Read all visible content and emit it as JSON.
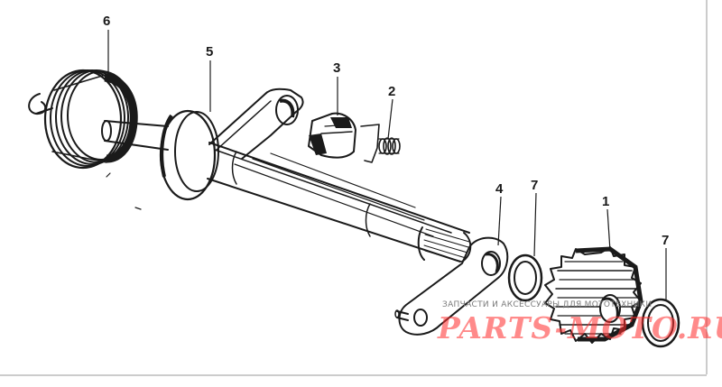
{
  "parts": [
    {
      "id": "part-1",
      "label": "1",
      "name": "kick starter gear"
    },
    {
      "id": "part-2",
      "label": "2",
      "name": "ratchet spring"
    },
    {
      "id": "part-3",
      "label": "3",
      "name": "ratchet"
    },
    {
      "id": "part-4",
      "label": "4",
      "name": "ratchet guide plate"
    },
    {
      "id": "part-5",
      "label": "5",
      "name": "kick starter spindle"
    },
    {
      "id": "part-6",
      "label": "6",
      "name": "kick starter spring"
    },
    {
      "id": "part-7a",
      "label": "7",
      "name": "washer"
    },
    {
      "id": "part-7b",
      "label": "7",
      "name": "washer"
    }
  ],
  "watermark": {
    "caption": "ЗАПЧАСТИ И АКСЕССУАРЫ ДЛЯ МОТОТЕХНИКИ",
    "brand": "PARTS-MOTO.RU"
  },
  "colors": {
    "ink": "#1a1a1a",
    "watermark_brand": "#ff2b2b",
    "watermark_caption": "#7a7a7a",
    "background": "#ffffff"
  }
}
